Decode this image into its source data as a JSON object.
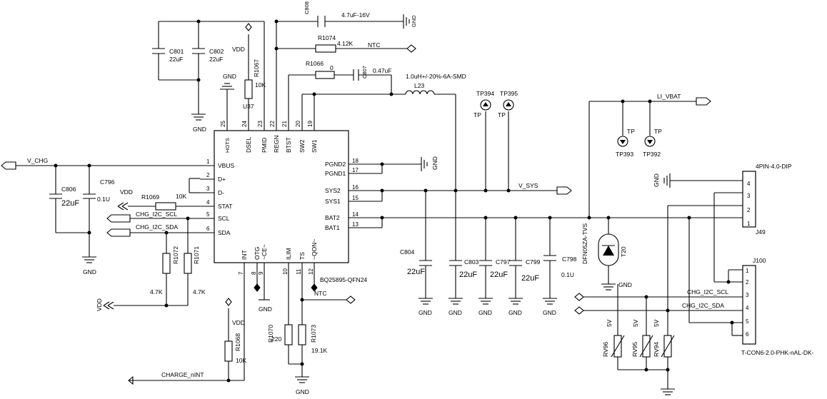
{
  "ic": {
    "ref": "U37",
    "part": "BQ25895-QFN24",
    "left_pins": [
      {
        "num": "1",
        "name": "VBUS"
      },
      {
        "num": "2",
        "name": "D+"
      },
      {
        "num": "3",
        "name": "D-"
      },
      {
        "num": "4",
        "name": "STAT"
      },
      {
        "num": "5",
        "name": "SCL"
      },
      {
        "num": "6",
        "name": "SDA"
      }
    ],
    "right_pins": [
      {
        "num": "18",
        "name": "PGND2"
      },
      {
        "num": "17",
        "name": "PGND1"
      },
      {
        "num": "16",
        "name": "SYS2"
      },
      {
        "num": "15",
        "name": "SYS1"
      },
      {
        "num": "14",
        "name": "BAT2"
      },
      {
        "num": "13",
        "name": "BAT1"
      }
    ],
    "top_pins": [
      {
        "num": "25",
        "name": "HOTS"
      },
      {
        "num": "24",
        "name": "DSEL"
      },
      {
        "num": "23",
        "name": "PMID"
      },
      {
        "num": "22",
        "name": "REGN"
      },
      {
        "num": "21",
        "name": "BTST"
      },
      {
        "num": "20",
        "name": "SW2"
      },
      {
        "num": "19",
        "name": "SW1"
      }
    ],
    "bottom_pins": [
      {
        "num": "7",
        "name": "INT"
      },
      {
        "num": "8",
        "name": "OTG"
      },
      {
        "num": "9",
        "name": "~CE~"
      },
      {
        "num": "10",
        "name": "ILIM"
      },
      {
        "num": "11",
        "name": "TS"
      },
      {
        "num": "12",
        "name": "~QON~"
      }
    ]
  },
  "parts": {
    "c808": {
      "ref": "C808",
      "value": "4.7uF-16V"
    },
    "r1074": {
      "ref": "R1074",
      "value": "4.12K"
    },
    "r1066": {
      "ref": "R1066",
      "value": "0"
    },
    "c807": {
      "ref": "C807",
      "value": "0.47uF"
    },
    "l23": {
      "ref": "L23",
      "value": "1.0uH+/-20%-6A-SMD"
    },
    "c801": {
      "ref": "C801",
      "value": "22uF"
    },
    "c802": {
      "ref": "C802",
      "value": "22uF"
    },
    "r1067": {
      "ref": "R1067",
      "value": "10K"
    },
    "c806": {
      "ref": "C806",
      "value": "22uF"
    },
    "c796": {
      "ref": "C796",
      "value": "0.1U"
    },
    "r1069": {
      "ref": "R1069",
      "value": "10K"
    },
    "r1072": {
      "ref": "R1072",
      "value": "4.7K"
    },
    "r1071": {
      "ref": "R1071",
      "value": "4.7K"
    },
    "r1068": {
      "ref": "R1068",
      "value": "10K"
    },
    "r1070": {
      "ref": "R1070",
      "value": "220"
    },
    "r1073": {
      "ref": "R1073",
      "value": "19.1K"
    },
    "c804": {
      "ref": "C804",
      "value": "22uF"
    },
    "c803": {
      "ref": "C803",
      "value": "22uF"
    },
    "c797": {
      "ref": "C797",
      "value": "22uF"
    },
    "c799": {
      "ref": "C799",
      "value": "22uF"
    },
    "c798": {
      "ref": "C798",
      "value": "0.1U"
    },
    "t20": {
      "ref": "T20",
      "value": "DFN05ZA-TVS"
    },
    "rv96": {
      "ref": "RV96",
      "value": "5V"
    },
    "rv95": {
      "ref": "RV95",
      "value": "5V"
    },
    "rv94": {
      "ref": "RV94",
      "value": "5V"
    }
  },
  "test_points": [
    {
      "ref": "TP394",
      "label": "TP"
    },
    {
      "ref": "TP395",
      "label": "TP"
    },
    {
      "ref": "TP393",
      "label": "TP"
    },
    {
      "ref": "TP392",
      "label": "TP"
    }
  ],
  "nets": {
    "gnd": "GND",
    "vdd": "VDD",
    "ntc": "NTC",
    "v_chg": "V_CHG",
    "v_sys": "V_SYS",
    "li_vbat": "LI_VBAT",
    "chg_scl": "CHG_I2C_SCL",
    "chg_sda": "CHG_I2C_SDA",
    "charge_int": "CHARGE_nINT"
  },
  "connectors": {
    "j49": {
      "ref": "J49",
      "type": "4PIN-4.0-DIP",
      "pins": [
        "4",
        "3",
        "2",
        "1"
      ]
    },
    "j100": {
      "ref": "J100",
      "type": "T-CON6-2.0-PHK-nAL-DK-",
      "pins": [
        "1",
        "2",
        "3",
        "4",
        "5",
        "6"
      ]
    }
  }
}
